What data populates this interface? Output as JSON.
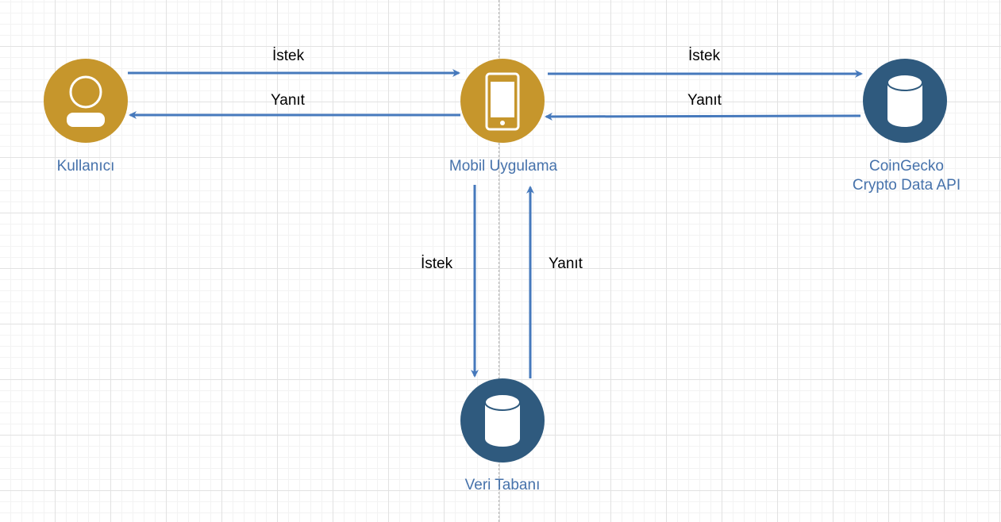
{
  "colors": {
    "gold": "#C6962C",
    "navy": "#2F5A7E",
    "arrow": "#4679BC",
    "label_blue": "#4672AB",
    "edge_text": "#000000"
  },
  "nodes": {
    "user": {
      "label": "Kullanıcı",
      "icon": "user-icon"
    },
    "mobile_app": {
      "label": "Mobil Uygulama",
      "icon": "smartphone-icon"
    },
    "api": {
      "label_line1": "CoinGecko",
      "label_line2": "Crypto Data API",
      "icon": "database-icon"
    },
    "database": {
      "label": "Veri Tabanı",
      "icon": "database-icon"
    }
  },
  "edges": {
    "user_to_app": {
      "label": "İstek"
    },
    "app_to_user": {
      "label": "Yanıt"
    },
    "app_to_api": {
      "label": "İstek"
    },
    "api_to_app": {
      "label": "Yanıt"
    },
    "app_to_db": {
      "label": "İstek"
    },
    "db_to_app": {
      "label": "Yanıt"
    }
  }
}
